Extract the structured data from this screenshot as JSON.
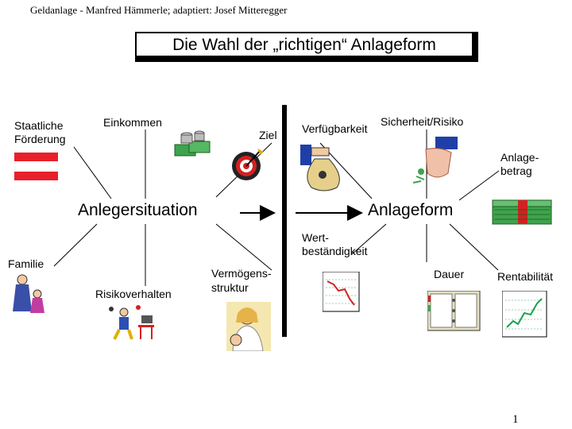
{
  "header": {
    "credit": "Geldanlage - Manfred Hämmerle; adaptiert: Josef Mitteregger"
  },
  "title": "Die Wahl der „richtigen“ Anlageform",
  "left": {
    "heading": "Anlegersituation",
    "labels": {
      "staatliche_foerderung": [
        "Staatliche",
        "Förderung"
      ],
      "einkommen": "Einkommen",
      "ziel": "Ziel",
      "familie": "Familie",
      "risikoverhalten": "Risikoverhalten",
      "vermoegensstruktur": [
        "Vermögens-",
        "struktur"
      ]
    }
  },
  "right": {
    "heading": "Anlageform",
    "labels": {
      "verfuegbarkeit": "Verfügbarkeit",
      "sicherheit_risiko": "Sicherheit/Risiko",
      "anlagebetrag": [
        "Anlage-",
        "betrag"
      ],
      "wertbestaendigkeit": [
        "Wert-",
        "beständigkeit"
      ],
      "dauer": "Dauer",
      "rentabilitaet": "Rentabilität"
    }
  },
  "icons": [
    "austria-flag-icon",
    "money-stack-icon",
    "dart-target-icon",
    "family-icon",
    "juggler-icon",
    "mother-child-icon",
    "money-bag-icon",
    "hand-coin-icon",
    "cash-bundle-icon",
    "falling-chart-icon",
    "planner-book-icon",
    "rising-chart-icon"
  ],
  "colors": {
    "flag_red": "#e8202a",
    "money_green": "#3fa34d",
    "chart_red": "#d42020",
    "chart_green": "#19a34a"
  },
  "page_number": "1"
}
